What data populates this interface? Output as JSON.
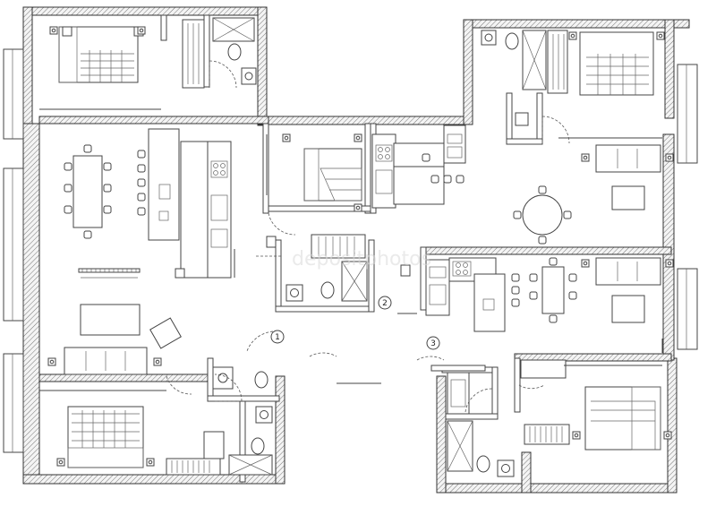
{
  "watermark": "depositphotos",
  "markers": [
    "1",
    "2",
    "3"
  ]
}
